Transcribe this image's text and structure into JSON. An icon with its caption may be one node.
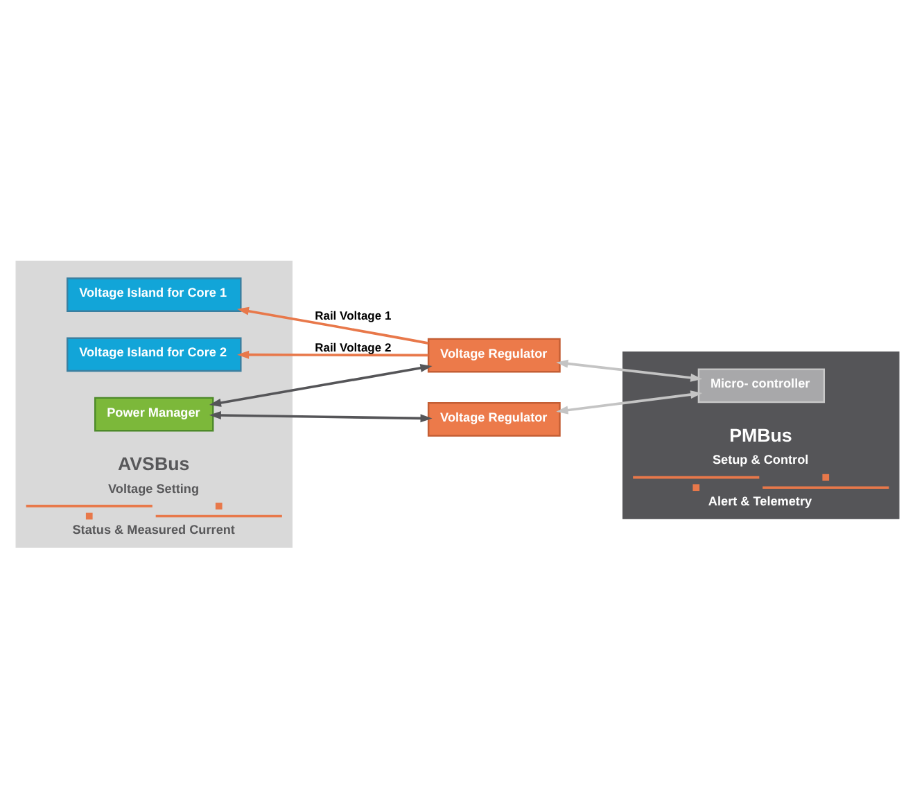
{
  "diagram": {
    "nodes": [
      {
        "text": [
          "AVSBus",
          "Voltage Setting",
          "Status & Measured Current"
        ]
      },
      {
        "text": [
          "Voltage Island for Core 1"
        ],
        "in": 0
      },
      {
        "text": [
          "Voltage Island for Core 2"
        ],
        "in": 0
      },
      {
        "text": [
          "Power Manager"
        ],
        "in": 0
      },
      {
        "text": [
          "Voltage Regulator"
        ]
      },
      {
        "text": [
          "Voltage Regulator"
        ]
      },
      {
        "text": [
          "PMBus",
          "Setup & Control",
          "Alert & Telemetry"
        ]
      },
      {
        "text": [
          "Micro- controller"
        ],
        "in": 6
      }
    ],
    "edges": [
      {
        "from": 4,
        "to": 1,
        "arrow": "to",
        "label": "Rail Voltage 1",
        "color": "#e8784a"
      },
      {
        "from": 4,
        "to": 2,
        "arrow": "to",
        "label": "Rail Voltage 2",
        "color": "#e8784a"
      },
      {
        "from": 4,
        "to": 3,
        "arrow": "both",
        "color": "#555558"
      },
      {
        "from": 5,
        "to": 3,
        "arrow": "both",
        "color": "#555558"
      },
      {
        "from": 7,
        "to": 4,
        "arrow": "both",
        "color": "#c4c4c4"
      },
      {
        "from": 7,
        "to": 5,
        "arrow": "both",
        "color": "#c4c4c4"
      }
    ]
  }
}
